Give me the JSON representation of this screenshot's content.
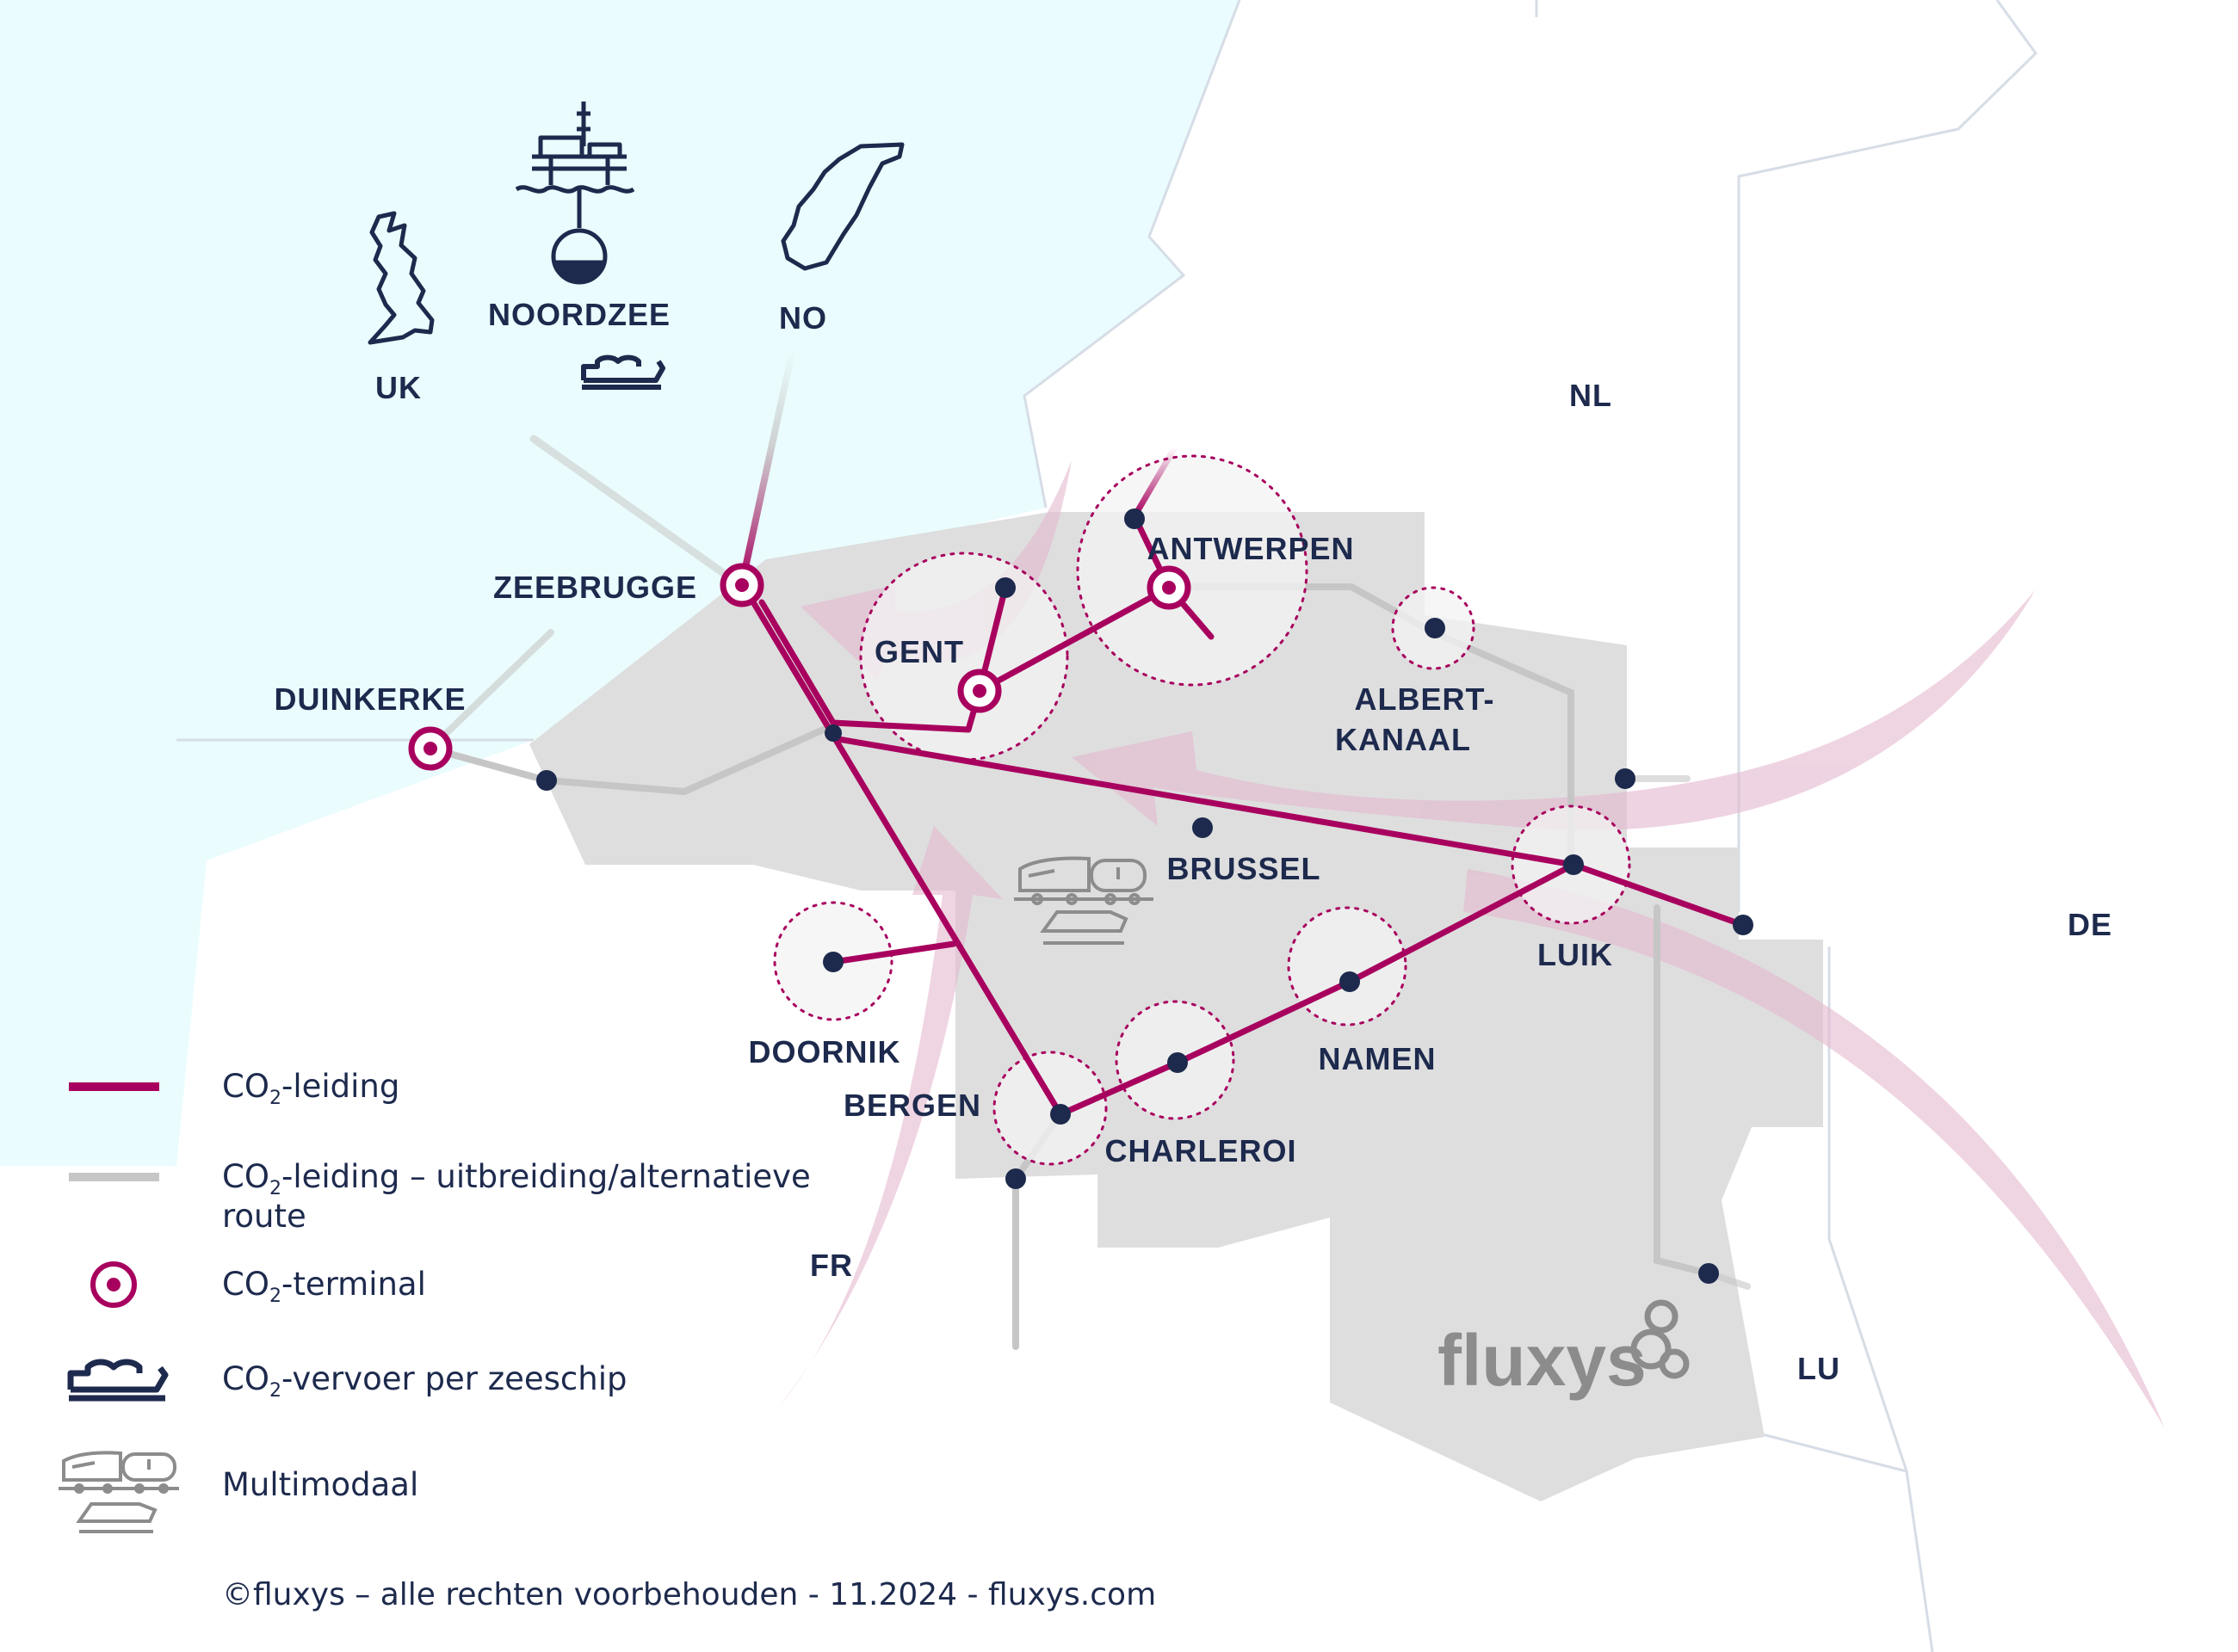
{
  "cities": {
    "zeebrugge": "ZEEBRUGGE",
    "duinkerke": "DUINKERKE",
    "gent": "GENT",
    "antwerpen": "ANTWERPEN",
    "albert_1": "ALBERT-",
    "albert_2": "KANAAL",
    "brussel": "BRUSSEL",
    "luik": "LUIK",
    "doornik": "DOORNIK",
    "bergen": "BERGEN",
    "charleroi": "CHARLEROI",
    "namen": "NAMEN"
  },
  "countries": {
    "uk": "UK",
    "noordzee": "NOORDZEE",
    "no": "NO",
    "nl": "NL",
    "de": "DE",
    "fr": "FR",
    "lu": "LU"
  },
  "legend": {
    "pipeline_main": "CO",
    "pipeline_main_sub": "2",
    "pipeline_main_rest": "-leiding",
    "pipeline_ext": "CO",
    "pipeline_ext_sub": "2",
    "pipeline_ext_rest": "-leiding – uitbreiding/alternatieve",
    "pipeline_ext_line2": "route",
    "terminal": "CO",
    "terminal_sub": "2",
    "terminal_rest": "-terminal",
    "ship": "CO",
    "ship_sub": "2",
    "ship_rest": "-vervoer per zeeschip",
    "multimodal": "Multimodaal"
  },
  "logo": "fluxys",
  "copyright": "©fluxys – alle rechten voorbehouden - 11.2024 - fluxys.com",
  "colors": {
    "sea": "#eafcfd",
    "belgium": "#dedede",
    "pipeline": "#a8005e",
    "extension": "#c6c6c6",
    "flow": "#e4b7cf",
    "text": "#1d2a4d"
  }
}
